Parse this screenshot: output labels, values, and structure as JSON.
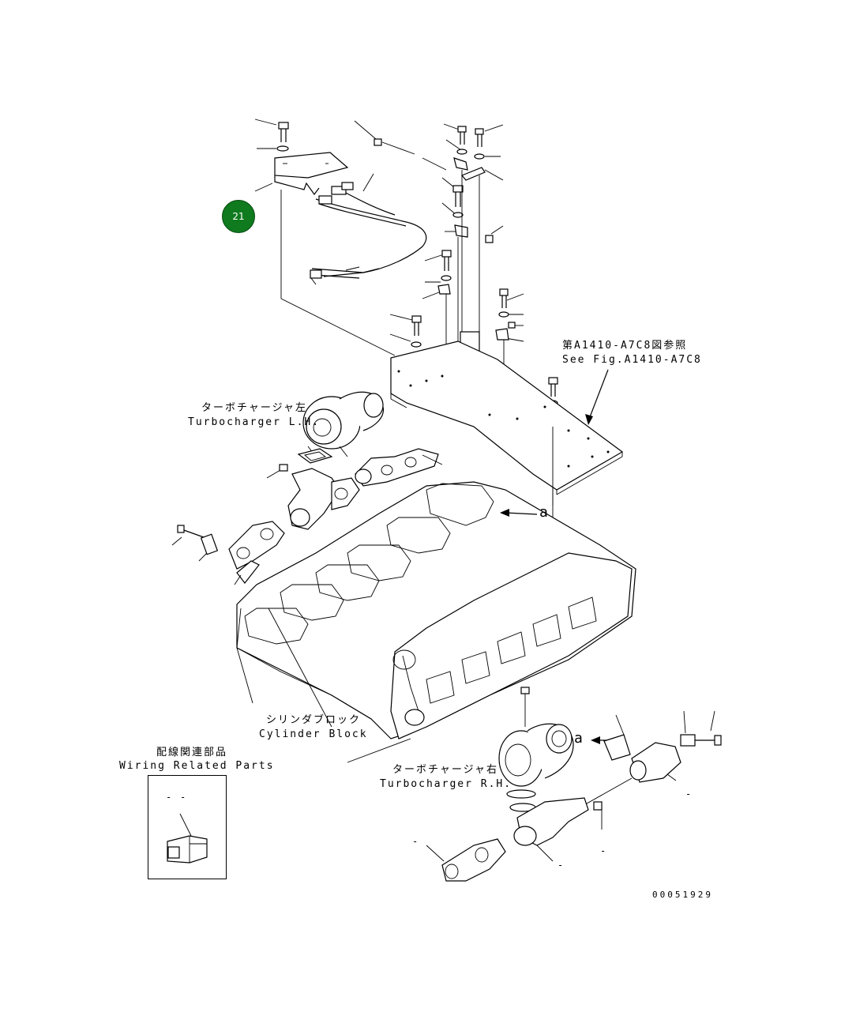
{
  "callout": {
    "number": "21",
    "color": "#0f7a1e"
  },
  "labels": {
    "see_fig_jp": "第A1410-A7C8図参照",
    "see_fig_en": "See Fig.A1410-A7C8",
    "turbo_lh_jp": "ターボチャージャ左",
    "turbo_lh_en": "Turbocharger L.H.",
    "turbo_rh_jp": "ターボチャージャ右",
    "turbo_rh_en": "Turbocharger R.H.",
    "cylinder_block_jp": "シリンダブロック",
    "cylinder_block_en": "Cylinder Block",
    "wiring_jp": "配線関連部品",
    "wiring_en": "Wiring Related Parts",
    "ref_a_upper": "a",
    "ref_a_lower": "a",
    "drawing_number": "00051929"
  },
  "wiring_box": {
    "dash_left": "-",
    "dash_right": "-"
  },
  "dashes": {
    "d1": "-",
    "d2": "-",
    "d3": "-",
    "d4": "-"
  }
}
